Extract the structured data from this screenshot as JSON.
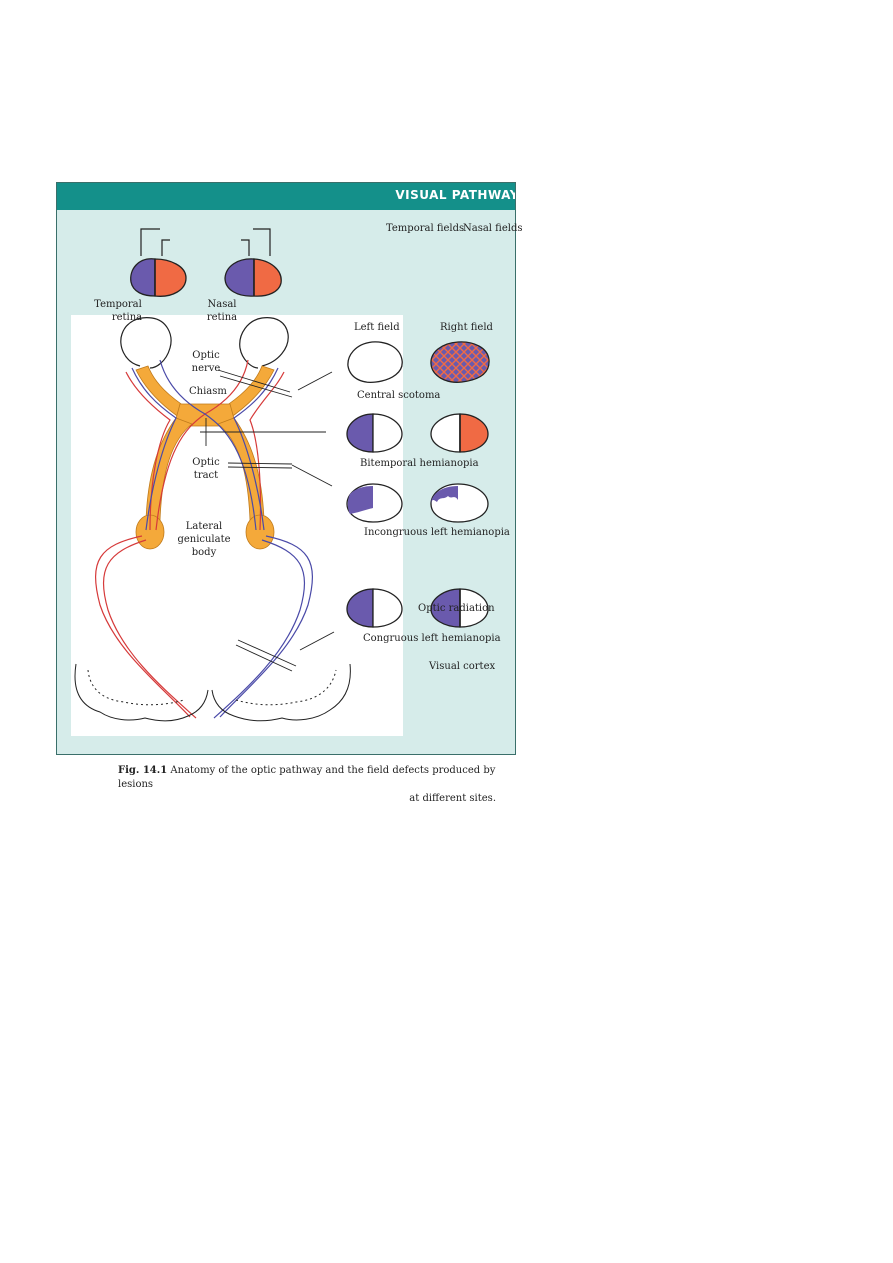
{
  "header": {
    "title": "VISUAL PATHWAY"
  },
  "labels": {
    "temporal_fields": "Temporal fields",
    "nasal_fields": "Nasal fields",
    "temporal_retina": [
      "Temporal",
      "retina"
    ],
    "nasal_retina": [
      "Nasal",
      "retina"
    ],
    "optic_nerve": [
      "Optic",
      "nerve"
    ],
    "chiasm": "Chiasm",
    "optic_tract": [
      "Optic",
      "tract"
    ],
    "lateral_geniculate_body": [
      "Lateral",
      "geniculate",
      "body"
    ],
    "left_field": "Left field",
    "right_field": "Right field",
    "optic_radiation": "Optic radiation",
    "visual_cortex": "Visual cortex"
  },
  "defects": [
    {
      "name": "Central scotoma"
    },
    {
      "name": "Bitemporal hemianopia"
    },
    {
      "name": "Incongruous left hemianopia"
    },
    {
      "name": "Congruous left hemianopia"
    }
  ],
  "caption": {
    "fig": "Fig. 14.1",
    "line1": "Anatomy of the optic pathway and the field defects produced by  lesions",
    "line2": "at different sites."
  },
  "colors": {
    "header": "#14908a",
    "background": "#d6ecea",
    "blue_field": "#6a5aad",
    "red_field": "#f06a44",
    "pathway": "#f4a93a",
    "red_fibre": "#d63a3a",
    "blue_fibre": "#4a4aa8"
  }
}
